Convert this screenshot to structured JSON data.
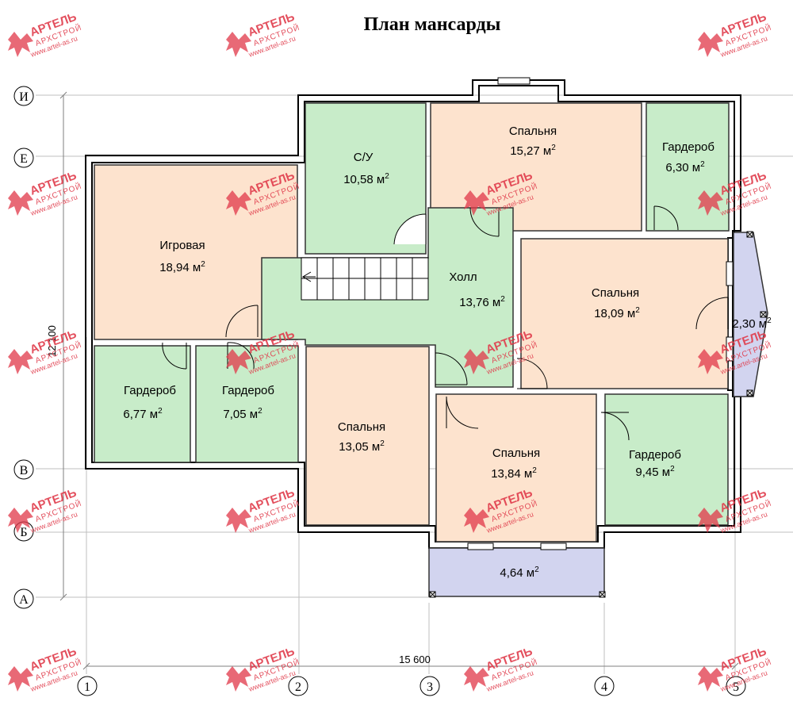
{
  "title": "План мансарды",
  "colors": {
    "wet": "#c8ecc9",
    "living": "#fde3ce",
    "balcony": "#d2d4ef",
    "wall": "#000000",
    "watermark": "#e03b4b"
  },
  "rooms": {
    "igrovaya": {
      "name": "Игровая",
      "area": "18,94 м",
      "sup": "2"
    },
    "su": {
      "name": "С/У",
      "area": "10,58 м",
      "sup": "2"
    },
    "spalnya_top": {
      "name": "Спальня",
      "area": "15,27 м",
      "sup": "2"
    },
    "garderob_tr": {
      "name": "Гардероб",
      "area": "6,30 м",
      "sup": "2"
    },
    "holl": {
      "name": "Холл",
      "area": "13,76 м",
      "sup": "2"
    },
    "spalnya_right": {
      "name": "Спальня",
      "area": "18,09 м",
      "sup": "2"
    },
    "balcony_right": {
      "area": "2,30 м",
      "sup": "2"
    },
    "garderob_bl1": {
      "name": "Гардероб",
      "area": "6,77 м",
      "sup": "2"
    },
    "garderob_bl2": {
      "name": "Гардероб",
      "area": "7,05 м",
      "sup": "2"
    },
    "spalnya_mid": {
      "name": "Спальня",
      "area": "13,05 м",
      "sup": "2"
    },
    "spalnya_bottom": {
      "name": "Спальня",
      "area": "13,84 м",
      "sup": "2"
    },
    "garderob_br": {
      "name": "Гардероб",
      "area": "9,45 м",
      "sup": "2"
    },
    "balcony_bottom": {
      "area": "4,64 м",
      "sup": "2"
    }
  },
  "axes": {
    "letters": [
      "И",
      "Е",
      "В",
      "Б",
      "А"
    ],
    "numbers": [
      "1",
      "2",
      "3",
      "4",
      "5"
    ]
  },
  "dimensions": {
    "width": "15 600",
    "height": "12 100"
  },
  "watermark": {
    "brand": "АРТЕЛЬ",
    "sub": "АРХСТРОЙ",
    "url": "www.artel-as.ru"
  }
}
